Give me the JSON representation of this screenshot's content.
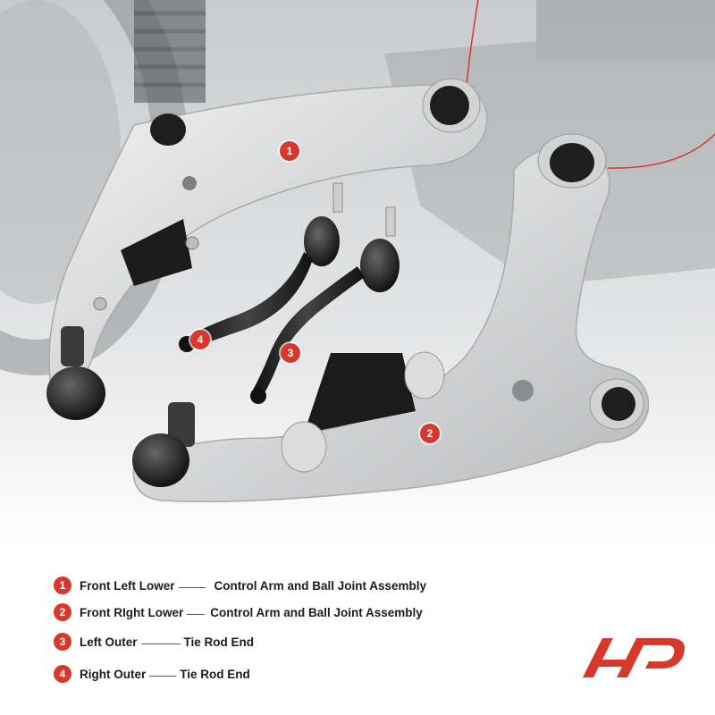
{
  "callouts": [
    "1",
    "2",
    "3",
    "4"
  ],
  "legend": [
    {
      "number": "1",
      "part": "Front Left Lower",
      "description": "Control Arm and Ball Joint Assembly"
    },
    {
      "number": "2",
      "part": "Front RIght Lower",
      "description": "Control Arm and Ball Joint Assembly"
    },
    {
      "number": "3",
      "part": "Left Outer",
      "description": "Tie Rod End"
    },
    {
      "number": "4",
      "part": "Right Outer",
      "description": "Tie Rod End"
    }
  ],
  "colors": {
    "accent": "#d6392c",
    "text": "#1c1c1c",
    "part_metal": "#d9dadb",
    "rubber": "#1e1e1e"
  },
  "icons": [
    "brand-logo-icon"
  ]
}
